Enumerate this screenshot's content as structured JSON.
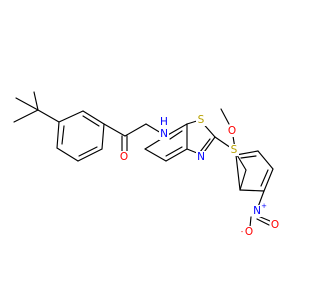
{
  "structure": {
    "atoms": {
      "N_amide": {
        "text": "N",
        "color": "#0000ff"
      },
      "H_amide": {
        "text": "H",
        "color": "#0000ff"
      },
      "O_amide": {
        "text": "O",
        "color": "#ff0000"
      },
      "S_ring": {
        "text": "S",
        "color": "#b8a200"
      },
      "N_ring": {
        "text": "N",
        "color": "#0000ff"
      },
      "S_thio": {
        "text": "S",
        "color": "#b8a200"
      },
      "O_methoxy": {
        "text": "O",
        "color": "#ff0000"
      },
      "N_nitro": {
        "text": "N",
        "color": "#0000ff",
        "charge": "+"
      },
      "O_nitro_1": {
        "text": "O",
        "color": "#ff0000",
        "charge": "-"
      },
      "O_nitro_2": {
        "text": "O",
        "color": "#ff0000"
      }
    },
    "bond_color": "#000000"
  }
}
